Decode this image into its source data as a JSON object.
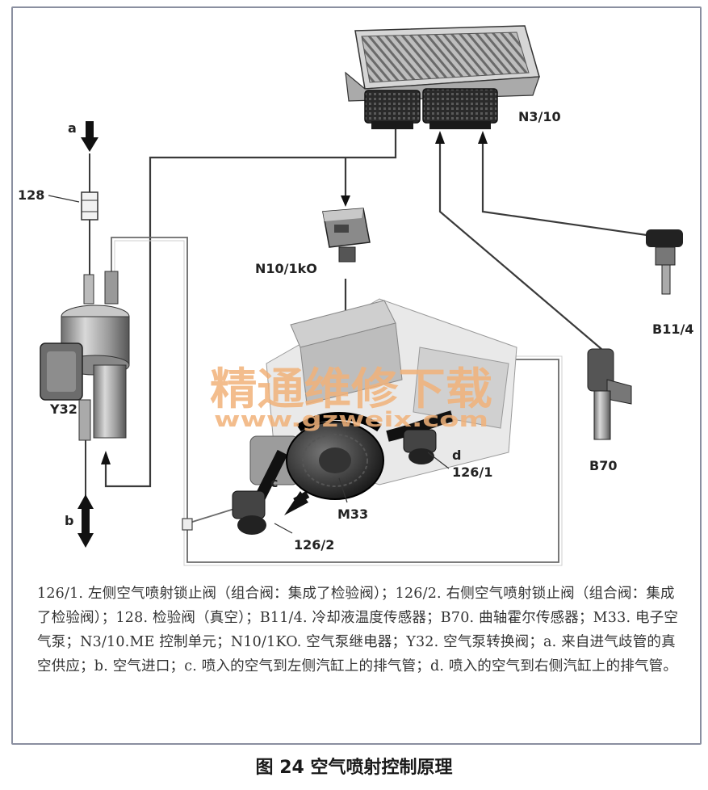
{
  "labels": {
    "a": "a",
    "b": "b",
    "c": "c",
    "d": "d",
    "l128": "128",
    "y32": "Y32",
    "n310": "N3/10",
    "n10": "N10/1kO",
    "b114": "B11/4",
    "b70": "B70",
    "m33": "M33",
    "v1261": "126/1",
    "v1262": "126/2"
  },
  "watermark": {
    "text": "精通维修下载",
    "url": "www.gzweix.com"
  },
  "legend": "126/1. 左侧空气喷射锁止阀（组合阀：集成了检验阀）；126/2. 右侧空气喷射锁止阀（组合阀：集成了检验阀）；128. 检验阀（真空）；B11/4. 冷却液温度传感器；B70. 曲轴霍尔传感器；M33.  电子空气泵；N3/10.ME 控制单元；N10/1KO. 空气泵继电器；Y32. 空气泵转换阀；a. 来自进气歧管的真空供应；b. 空气进口；c. 喷入的空气到左侧汽缸上的排气管；d. 喷入的空气到右侧汽缸上的排气管。",
  "caption": "图 24  空气喷射控制原理"
}
